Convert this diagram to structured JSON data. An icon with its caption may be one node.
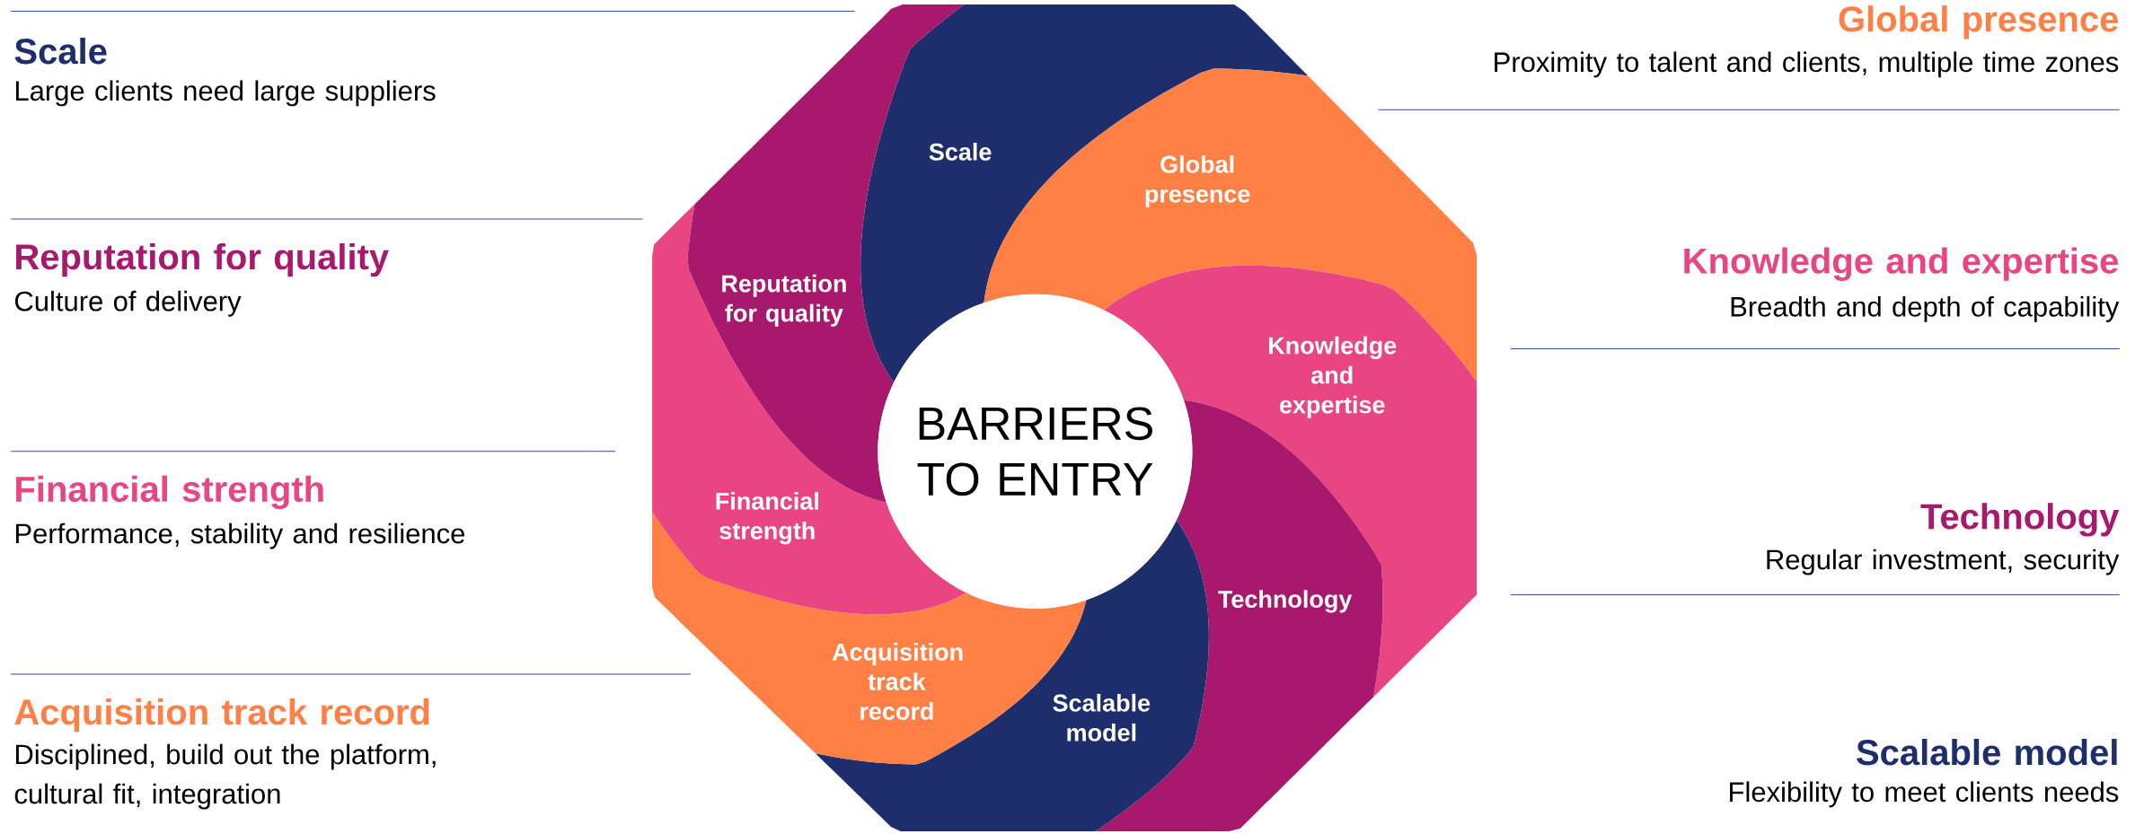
{
  "diagram": {
    "nodes": [
      {
        "text": [
          "Scale"
        ]
      },
      {
        "text": [
          "Global presence"
        ]
      },
      {
        "text": [
          "Knowledge and expertise"
        ]
      },
      {
        "text": [
          "Reputation for quality"
        ]
      },
      {
        "text": [
          "BARRIERS TO ENTRY"
        ]
      },
      {
        "text": [
          "Technology"
        ]
      },
      {
        "text": [
          "Financial strength"
        ]
      },
      {
        "text": [
          "Acquisition track record"
        ]
      },
      {
        "text": [
          "Scalable model"
        ]
      }
    ],
    "labels": [
      "Scale",
      "Large clients need large suppliers",
      "Global presence",
      "Proximity to talent and clients, multiple time zones",
      "Reputation for quality",
      "Culture of delivery",
      "Knowledge and expertise",
      "Breadth and depth of capability",
      "Financial strength",
      "Performance, stability and resilience",
      "Technology",
      "Regular investment, security",
      "Acquisition track record",
      "Disciplined, build out the platform, cultural fit, integration",
      "Scalable model",
      "Flexibility to meet clients needs"
    ]
  }
}
